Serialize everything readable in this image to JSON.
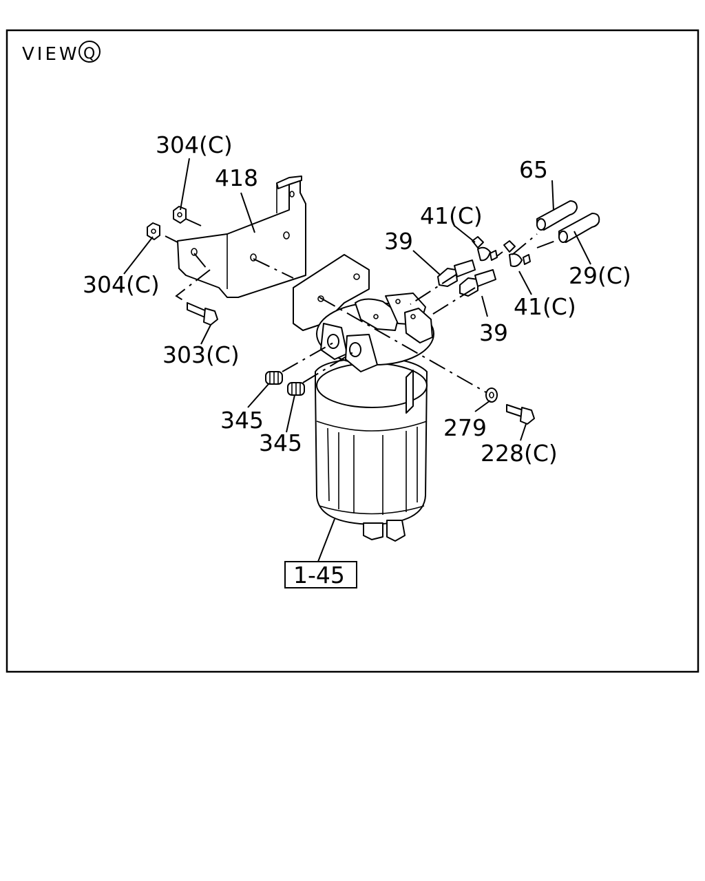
{
  "view": {
    "text": "VIEW",
    "marker": "Q"
  },
  "labels": {
    "l304c_top": "304(C)",
    "l418": "418",
    "l304c_left": "304(C)",
    "l303c": "303(C)",
    "l345_a": "345",
    "l345_b": "345",
    "l39_top": "39",
    "l41c_top": "41(C)",
    "l65": "65",
    "l29c": "29(C)",
    "l41c_right": "41(C)",
    "l39_right": "39",
    "l279": "279",
    "l228c": "228(C)",
    "l1_45": "1-45"
  }
}
